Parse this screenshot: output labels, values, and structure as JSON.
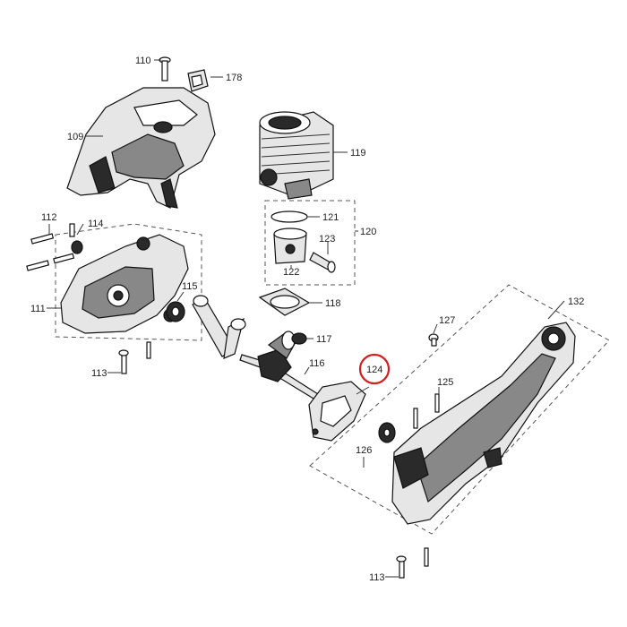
{
  "labels": {
    "p110": "110",
    "p178": "178",
    "p109": "109",
    "p119": "119",
    "p112": "112",
    "p114": "114",
    "p121": "121",
    "p123": "123",
    "p120": "120",
    "p122": "122",
    "p111": "111",
    "p115": "115",
    "p118": "118",
    "p132": "132",
    "p117": "117",
    "p127": "127",
    "p116": "116",
    "p113a": "113",
    "p124": "124",
    "p125": "125",
    "p126": "126",
    "p113b": "113"
  },
  "highlight": {
    "part": "124",
    "color": "#d21f1f"
  }
}
